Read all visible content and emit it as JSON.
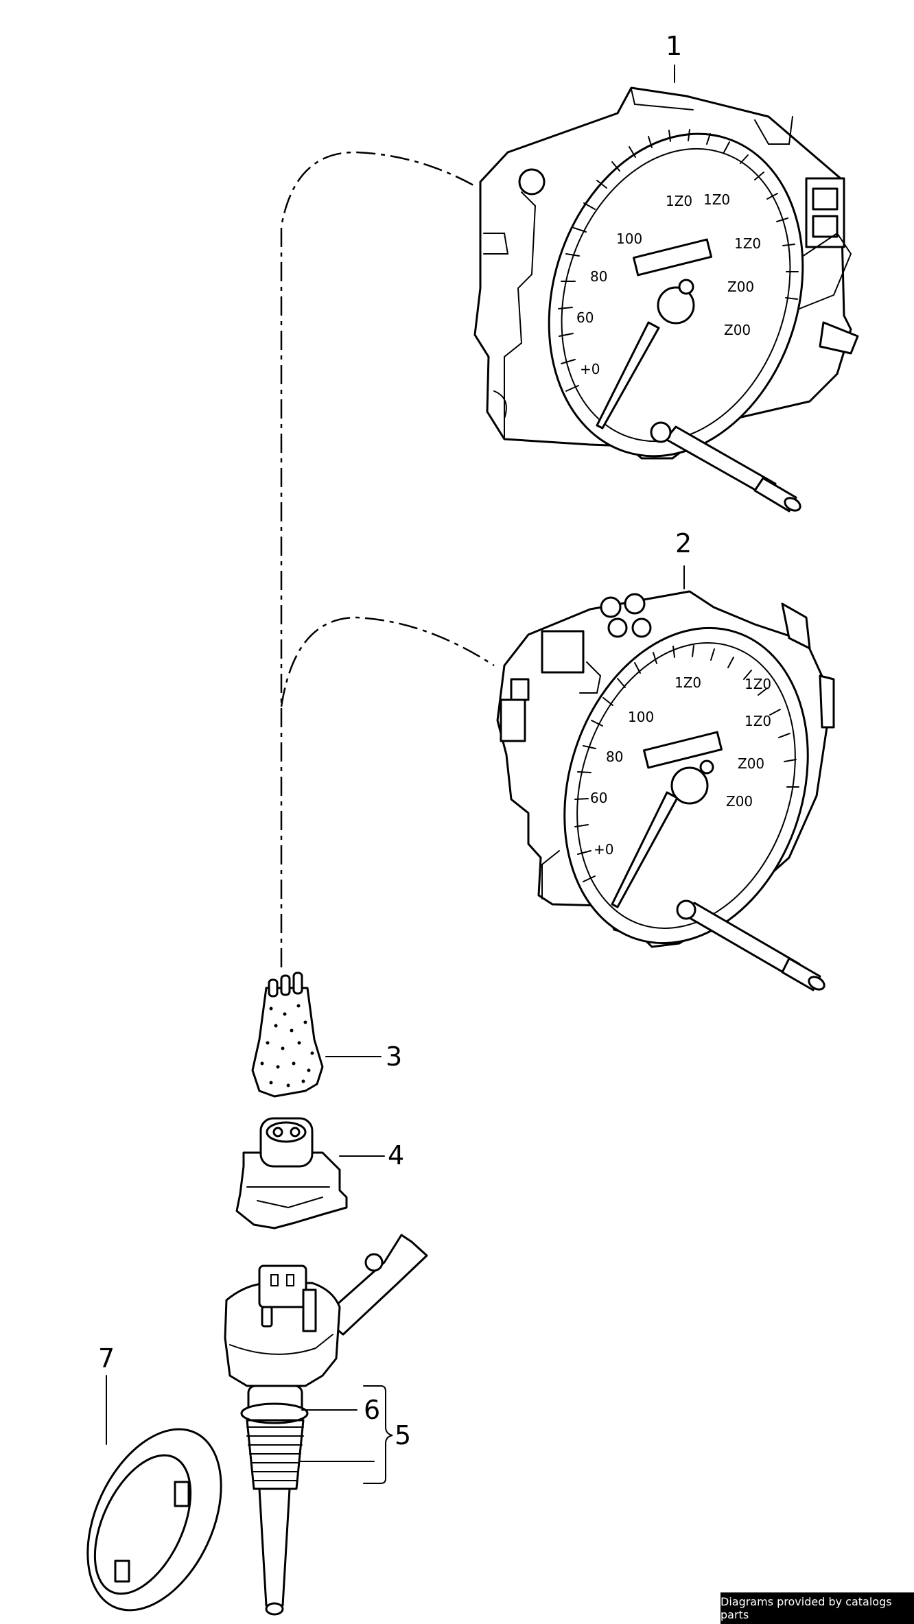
{
  "callouts": [
    {
      "id": "1",
      "label": "1"
    },
    {
      "id": "2",
      "label": "2"
    },
    {
      "id": "3",
      "label": "3"
    },
    {
      "id": "4",
      "label": "4"
    },
    {
      "id": "5",
      "label": "5"
    },
    {
      "id": "6",
      "label": "6"
    },
    {
      "id": "7",
      "label": "7"
    }
  ],
  "dial_scale_labels": [
    "+0",
    "60",
    "80",
    "100",
    "1Z0",
    "1Z0",
    "1Z0",
    "Z00",
    "Z00"
  ],
  "credit": "Diagrams provided by catalogs parts"
}
